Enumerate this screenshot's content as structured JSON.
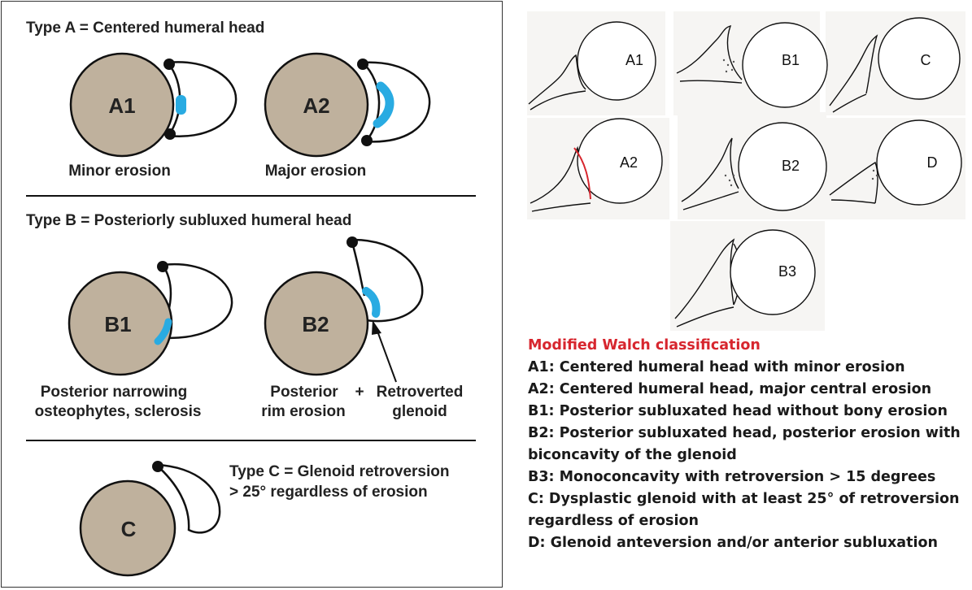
{
  "left": {
    "type_a_heading": "Type A = Centered humeral head",
    "a1_label": "A1",
    "a1_caption": "Minor erosion",
    "a2_label": "A2",
    "a2_caption": "Major erosion",
    "type_b_heading": "Type B = Posteriorly subluxed humeral head",
    "b1_label": "B1",
    "b1_caption_line1": "Posterior narrowing",
    "b1_caption_line2": "osteophytes, sclerosis",
    "b2_label": "B2",
    "b2_caption_line1": "Posterior",
    "b2_caption_line2": "rim erosion",
    "b2_plus": "+",
    "b2_caption2_line1": "Retroverted",
    "b2_caption2_line2": "glenoid",
    "c_label": "C",
    "type_c_heading_line1": "Type C = Glenoid retroversion",
    "type_c_heading_line2": "> 25° regardless of erosion"
  },
  "right": {
    "panel_labels": {
      "a1": "A1",
      "b1": "B1",
      "c": "C",
      "a2": "A2",
      "b2": "B2",
      "d": "D",
      "b3": "B3"
    }
  },
  "legend": {
    "title": "Modified Walch classification",
    "items": [
      "A1: Centered humeral head with minor erosion",
      "A2: Centered humeral head, major central erosion",
      "B1: Posterior subluxated head without bony erosion",
      "B2: Posterior subluxated head, posterior erosion with",
      "biconcavity of the glenoid",
      "B3: Monoconcavity with retroversion > 15 degrees",
      "C: Dysplastic glenoid with at least 25° of retroversion",
      "regardless of erosion",
      "D: Glenoid anteversion and/or anterior subluxation"
    ]
  },
  "colors": {
    "humeral_head": "#bfb19d",
    "cartilage_blue": "#29abe2",
    "legend_title": "#d7262e",
    "glenoid_line_red": "#d7262e"
  }
}
